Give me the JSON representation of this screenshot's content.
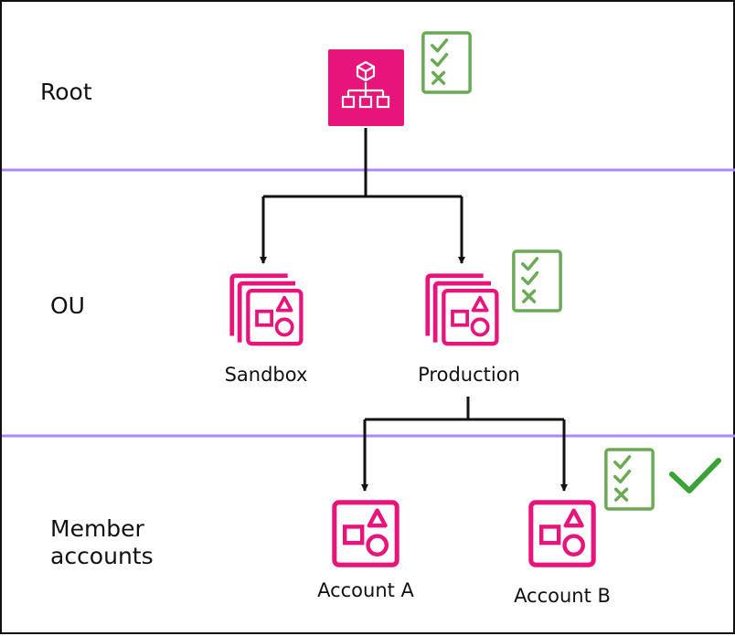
{
  "colors": {
    "divider": "#a78bfa",
    "root_fill": "#e7157b",
    "resource_pink": "#e7157b",
    "policy_green": "#6aaa55",
    "check_green": "#3aa335",
    "connector": "#111111"
  },
  "rows": {
    "root": "Root",
    "ou": "OU",
    "member": "Member\naccounts"
  },
  "nodes": {
    "sandbox": "Sandbox",
    "production": "Production",
    "account_a": "Account A",
    "account_b": "Account B"
  },
  "icons": {
    "root": "organizations-root-icon",
    "ou": "organizational-unit-icon",
    "account": "member-account-icon",
    "policy": "policy-checklist-icon",
    "allowed": "checkmark-icon"
  }
}
